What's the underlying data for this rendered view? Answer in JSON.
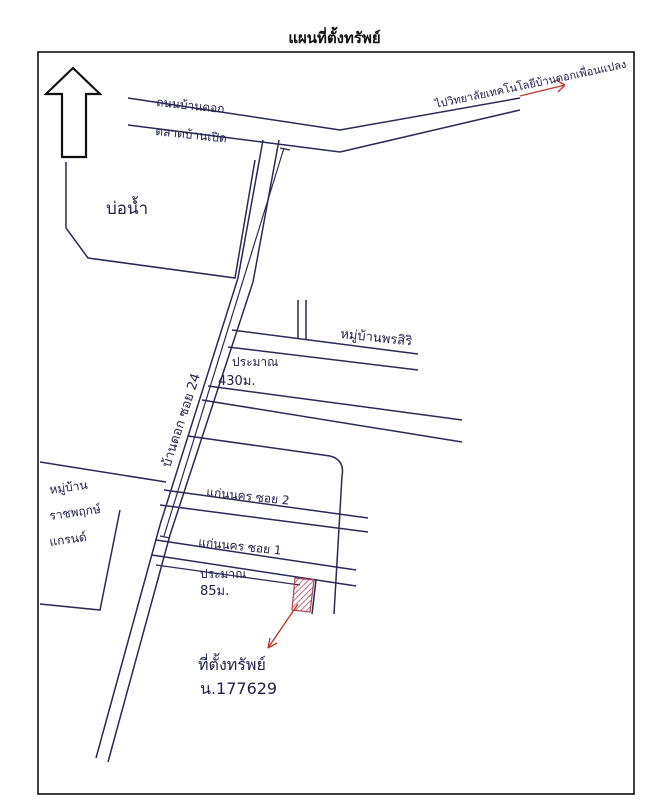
{
  "page": {
    "title": "แผนที่ตั้งทรัพย์"
  },
  "roads": {
    "top_road": "ถนนบ้านดอก",
    "market_road": "ตลาดบ้านเปิด",
    "to_university": "ไปวิทยาลัยเทคโนโลยีบ้านดอกเพื่อนแปลง",
    "main_soi": "บ้านดอก ซอย 24",
    "soi_2": "แก่นนคร ซอย 2",
    "soi_1": "แก่นนคร ซอย 1"
  },
  "places": {
    "pond": "บ่อน้ำ",
    "village_north": "หมู่บ้านพรสิริ",
    "village_west_line1": "หมู่บ้าน",
    "village_west_line2": "ราชพฤกษ์",
    "village_west_line3": "แกรนด์"
  },
  "distances": {
    "main_label": "ประมาณ",
    "main_value": "430ม.",
    "soi_label": "ประมาณ",
    "soi_value": "85ม."
  },
  "property": {
    "label": "ที่ตั้งทรัพย์",
    "deed": "น.177629"
  },
  "icons": {
    "north_arrow": "north-arrow-icon"
  },
  "colors": {
    "ink": "#2a2a55",
    "frame": "#111111",
    "hatch": "#b0415a",
    "pointer": "#c0392b"
  }
}
